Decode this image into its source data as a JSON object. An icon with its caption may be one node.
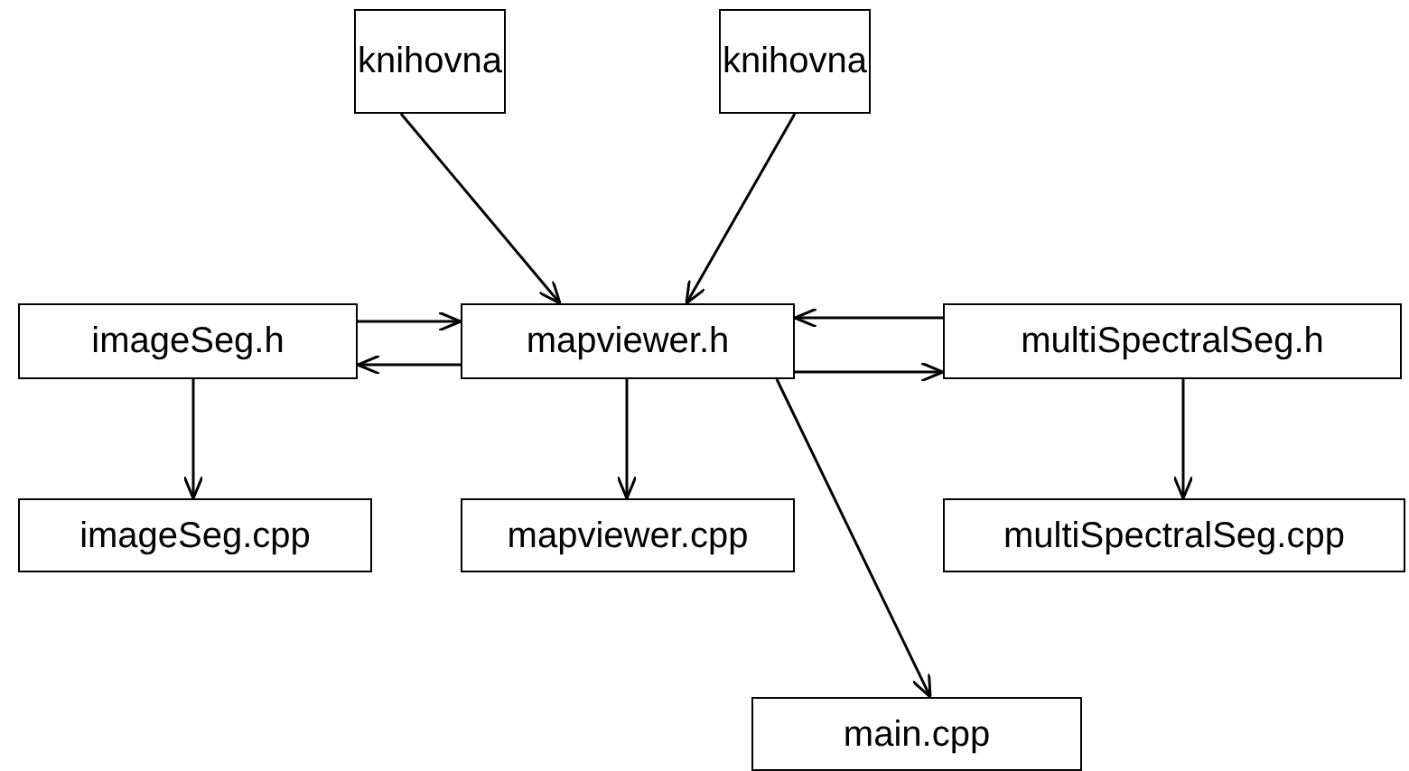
{
  "diagram": {
    "nodes": [
      {
        "text": [
          "knihovna"
        ]
      },
      {
        "text": [
          "knihovna"
        ]
      },
      {
        "text": [
          "imageSeg.h"
        ]
      },
      {
        "text": [
          "mapviewer.h"
        ]
      },
      {
        "text": [
          "multiSpectralSeg.h"
        ]
      },
      {
        "text": [
          "imageSeg.cpp"
        ]
      },
      {
        "text": [
          "mapviewer.cpp"
        ]
      },
      {
        "text": [
          "multiSpectralSeg.cpp"
        ]
      },
      {
        "text": [
          "main.cpp"
        ]
      }
    ],
    "edges": [
      {
        "from": 0,
        "to": 3,
        "arrow": "to"
      },
      {
        "from": 1,
        "to": 3,
        "arrow": "to"
      },
      {
        "from": 2,
        "to": 3,
        "arrow": "to"
      },
      {
        "from": 3,
        "to": 2,
        "arrow": "to"
      },
      {
        "from": 4,
        "to": 3,
        "arrow": "to"
      },
      {
        "from": 3,
        "to": 4,
        "arrow": "to"
      },
      {
        "from": 2,
        "to": 5,
        "arrow": "to"
      },
      {
        "from": 3,
        "to": 6,
        "arrow": "to"
      },
      {
        "from": 4,
        "to": 7,
        "arrow": "to"
      },
      {
        "from": 3,
        "to": 8,
        "arrow": "to"
      }
    ]
  }
}
